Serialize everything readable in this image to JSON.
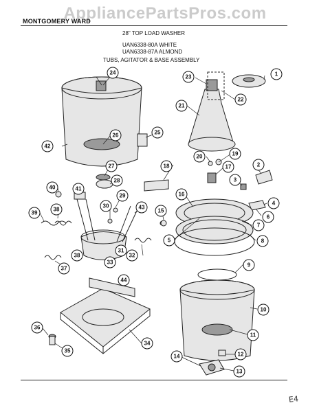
{
  "header": {
    "brand": "MONTGOMERY WARD",
    "watermark": "AppliancePartsPros.com"
  },
  "title": {
    "line1": "28\" TOP LOAD WASHER",
    "line2": "UAN6338-80A WHITE",
    "line3": "UAN6338-87A ALMOND",
    "line4": "TUBS, AGITATOR & BASE ASSEMBLY"
  },
  "footer": {
    "handwritten_note": "E4"
  },
  "callouts": [
    "1",
    "2",
    "3",
    "4",
    "5",
    "6",
    "7",
    "8",
    "9",
    "10",
    "11",
    "12",
    "13",
    "14",
    "15",
    "16",
    "17",
    "18",
    "19",
    "20",
    "21",
    "22",
    "23",
    "24",
    "25",
    "26",
    "27",
    "28",
    "29",
    "30",
    "31",
    "32",
    "33",
    "34",
    "35",
    "36",
    "37",
    "38",
    "39",
    "40",
    "41",
    "42",
    "43",
    "44"
  ]
}
